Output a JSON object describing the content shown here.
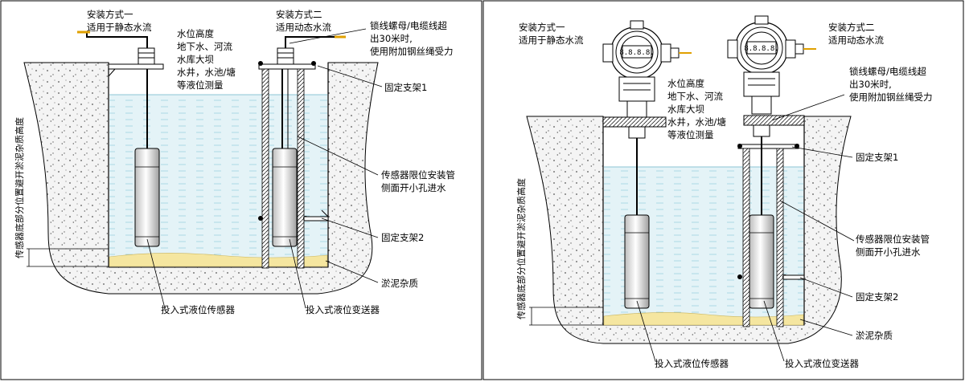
{
  "diagram_left": {
    "method1": [
      "安装方式一",
      "适用于静态水流"
    ],
    "method2": [
      "安装方式二",
      "适用动态水流"
    ],
    "usage": [
      "水位高度",
      "地下水、河流",
      "水库大坝",
      "水井，水池/塘",
      "等液位测量"
    ],
    "cable_note": [
      "锁线螺母/电缆线超",
      "出30米时,",
      "使用附加钢丝绳受力"
    ],
    "bracket1": "固定支架1",
    "pipe_note": [
      "传感器限位安装管",
      "侧面开小孔进水"
    ],
    "bracket2": "固定支架2",
    "sediment": "淤泥杂质",
    "sensor": "投入式液位传感器",
    "transmitter": "投入式液位变送器",
    "vertical": "传感器底部分位置避开淤泥杂质高度"
  },
  "diagram_right": {
    "method1": [
      "安装方式一",
      "适用于静态水流"
    ],
    "method2": [
      "安装方式二",
      "适用动态水流"
    ],
    "cable_note": [
      "锁线螺母/电缆线超",
      "出30米时,",
      "使用附加钢丝绳受力"
    ],
    "usage": [
      "水位高度",
      "地下水、河流",
      "水库大坝",
      "水井，水池/塘",
      "等液位测量"
    ],
    "bracket1": "固定支架1",
    "pipe_note": [
      "传感器限位安装管",
      "侧面开小孔进水"
    ],
    "bracket2": "固定支架2",
    "sediment": "淤泥杂质",
    "sensor": "投入式液位传感器",
    "transmitter": "投入式液位变送器",
    "vertical": "传感器底部分位置避开淤泥杂质高度",
    "display_text": "8.8.8.8."
  },
  "colors": {
    "water": "#e4f3f7",
    "water_line": "#9fd3e0",
    "sediment": "#f5e6a0",
    "concrete": "#f4f4f4",
    "stroke": "#000000"
  }
}
